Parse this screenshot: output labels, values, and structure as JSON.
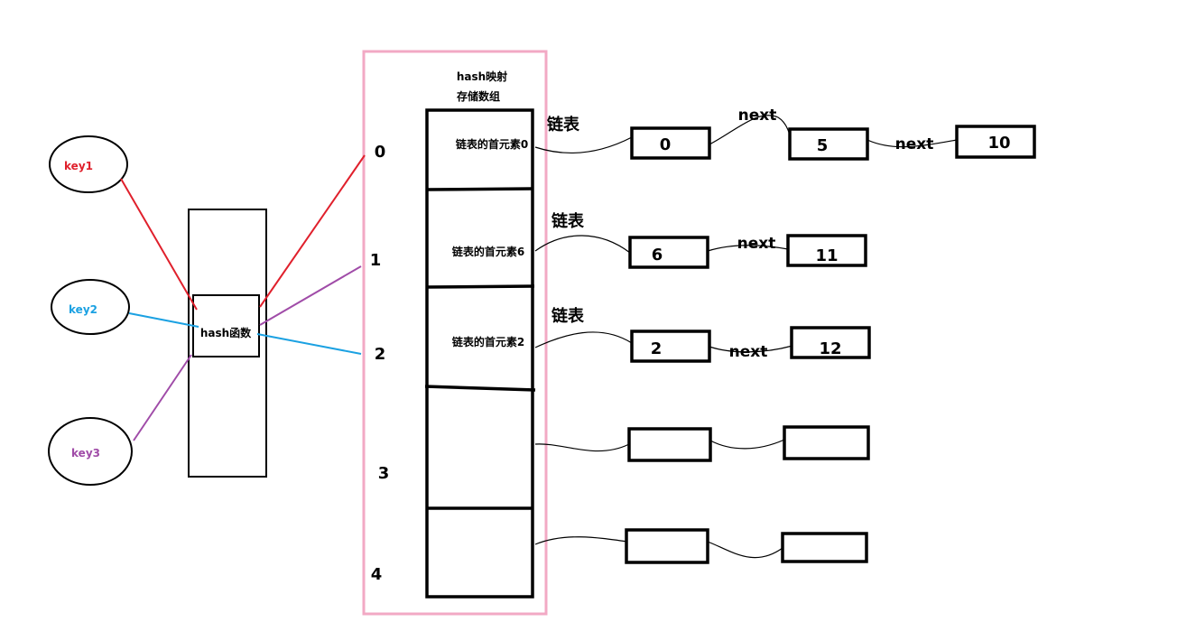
{
  "colors": {
    "key1": "#e0202c",
    "key2": "#1ba1e2",
    "key3": "#a04ca8",
    "frame": "#f2a9c4",
    "ink": "#000000"
  },
  "keys": [
    {
      "label": "key1",
      "color": "#e0202c"
    },
    {
      "label": "key2",
      "color": "#1ba1e2"
    },
    {
      "label": "key3",
      "color": "#a04ca8"
    }
  ],
  "hash_function": {
    "label": "hash函数"
  },
  "array": {
    "title_line1": "hash映射",
    "title_line2": "存储数组",
    "indices": [
      "0",
      "1",
      "2",
      "3",
      "4"
    ],
    "cells": [
      "链表的首元素0",
      "链表的首元素6",
      "链表的首元素2",
      "",
      ""
    ]
  },
  "linked_lists": [
    {
      "title": "链表",
      "nodes": [
        "0",
        "5",
        "10"
      ],
      "links": [
        "next",
        "next"
      ]
    },
    {
      "title": "链表",
      "nodes": [
        "6",
        "11"
      ],
      "links": [
        "next"
      ]
    },
    {
      "title": "链表",
      "nodes": [
        "2",
        "12"
      ],
      "links": [
        "next"
      ]
    },
    {
      "title": "",
      "nodes": [
        "",
        ""
      ],
      "links": [
        ""
      ]
    },
    {
      "title": "",
      "nodes": [
        "",
        ""
      ],
      "links": [
        ""
      ]
    }
  ]
}
